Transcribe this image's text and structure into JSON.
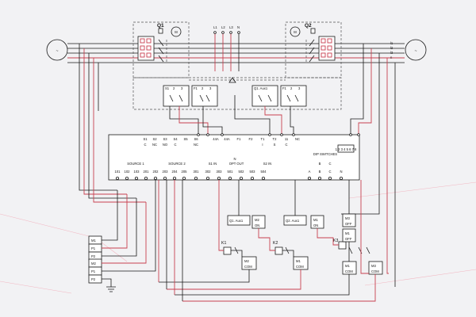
{
  "colors": {
    "wire": "#1a1a1a",
    "red_wire": "#c8404f",
    "background": "#f2f2f4"
  },
  "breakers": {
    "q1": "Q1",
    "q2": "Q2",
    "motor": "M"
  },
  "phase_labels": [
    "L1",
    "L2",
    "L3",
    "N"
  ],
  "source_symbol": "~",
  "right_phase_labels": [
    "l1",
    "l2",
    "l3",
    "n"
  ],
  "aux_contacts": [
    {
      "title": "S1",
      "pins": [
        "S1",
        "2",
        "3"
      ]
    },
    {
      "title": "F1",
      "pins": [
        "F1",
        "2",
        "3"
      ]
    },
    {
      "title": "Q1.Aux1",
      "pins": [
        "Q1. Aux1"
      ]
    },
    {
      "title": "F1",
      "pins": [
        "F1",
        "2",
        "3"
      ]
    }
  ],
  "controller": {
    "top_terminals": [
      "S1",
      "S2",
      "S3",
      "S4",
      "S5",
      "S6",
      "",
      "44A",
      "44A",
      "F1",
      "F2",
      "T1",
      "T2",
      "11",
      "NC"
    ],
    "top_sub": [
      "C",
      "NC",
      "NO",
      "C",
      "",
      "NC",
      "",
      "",
      "",
      "",
      "",
      "I",
      "S",
      "C",
      ""
    ],
    "dip_title": "DIP SWITCHES",
    "dip_numbers": "1 2 3 4 5 6 7 8",
    "group_labels": [
      "SOURCE 1",
      "SOURCE 2",
      "S1 IN",
      "N",
      "OPT OUT",
      "S2 IN",
      "B",
      "C"
    ],
    "bottom_terminals": [
      "101",
      "102",
      "103",
      "201",
      "202",
      "203",
      "204",
      "205",
      "301",
      "302",
      "303",
      "501",
      "502",
      "503",
      "504",
      "A",
      "B",
      "C",
      "N"
    ]
  },
  "relays": [
    {
      "label": "Q1. Aux1"
    },
    {
      "label": "Q2. Aux1"
    }
  ],
  "contacts": {
    "m2_on": [
      "M2",
      "ON"
    ],
    "m1_on": [
      "M1",
      "ON"
    ],
    "m3_off": [
      "M3",
      "OFF"
    ],
    "m1_off": [
      "M1",
      "OFF"
    ],
    "m2_com": [
      "M2",
      "COM"
    ],
    "m1_com": [
      "M1",
      "COM"
    ],
    "m1_com_b": [
      "M1",
      "COM"
    ],
    "m3_com": [
      "M3",
      "COM"
    ]
  },
  "coils": [
    "K1",
    "K2",
    "K3"
  ],
  "left_blocks": [
    {
      "rows": [
        "M1",
        "P1",
        "P2"
      ]
    },
    {
      "rows": [
        "M2",
        "P1",
        "P2"
      ]
    }
  ]
}
